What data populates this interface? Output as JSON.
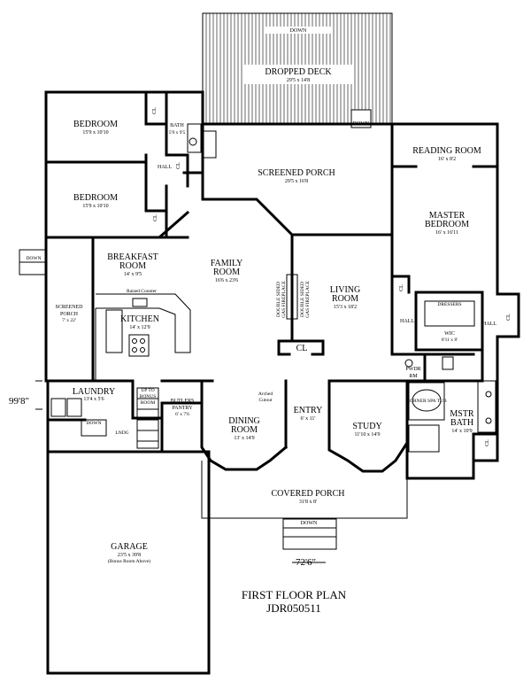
{
  "plan": {
    "title": "FIRST FLOOR PLAN",
    "code": "JDR050511",
    "width_label": "72'6\"",
    "depth_label": "99'8\""
  },
  "rooms": {
    "dropped_deck": {
      "name": "DROPPED DECK",
      "dims": "29'5 x 14'8"
    },
    "bedroom1": {
      "name": "BEDROOM",
      "dims": "15'9 x 10'10"
    },
    "bedroom2": {
      "name": "BEDROOM",
      "dims": "15'9 x 10'10"
    },
    "bath": {
      "name": "BATH",
      "dims": "5'9 x 9'5"
    },
    "hall1": {
      "name": "HALL"
    },
    "screened_porch": {
      "name": "SCREENED PORCH",
      "dims": "29'5 x 16'8"
    },
    "reading_room": {
      "name": "READING ROOM",
      "dims": "16' x 8'2"
    },
    "master_bedroom": {
      "name1": "MASTER",
      "name2": "BEDROOM",
      "dims": "16' x 16'11"
    },
    "breakfast_room": {
      "name1": "BREAKFAST",
      "name2": "ROOM",
      "dims": "14' x 9'5"
    },
    "family_room": {
      "name1": "FAMILY",
      "name2": "ROOM",
      "dims": "16'6 x 23'6"
    },
    "living_room": {
      "name1": "LIVING",
      "name2": "ROOM",
      "dims": "15'3 x 18'2"
    },
    "side_porch": {
      "name1": "SCREENED",
      "name2": "PORCH",
      "dims": "7' x 22'"
    },
    "kitchen": {
      "name": "KITCHEN",
      "dims": "14' x 12'9"
    },
    "wic": {
      "name": "WIC",
      "dims": "8'11 x 8'"
    },
    "hall2": {
      "name": "HALL"
    },
    "hall3": {
      "name": "HALL"
    },
    "pwdr": {
      "name1": "PWDR",
      "name2": "RM"
    },
    "laundry": {
      "name": "LAUNDRY",
      "dims": "13'4 x 5'6"
    },
    "butlers_pantry": {
      "name1": "BUTLERS",
      "name2": "PANTRY",
      "dims": "6' x 7'6"
    },
    "dining_room": {
      "name1": "DINING",
      "name2": "ROOM",
      "dims": "13' x 14'9"
    },
    "entry": {
      "name": "ENTRY",
      "dims": "6' x 11'"
    },
    "study": {
      "name": "STUDY",
      "dims": "11'10 x 14'9"
    },
    "mstr_bath": {
      "name1": "MSTR",
      "name2": "BATH",
      "dims": "14' x 10'9"
    },
    "covered_porch": {
      "name": "COVERED PORCH",
      "dims": "31'8 x 8'"
    },
    "garage": {
      "name": "GARAGE",
      "dims": "23'5 x 39'8",
      "note": "(Bonus Room Above)"
    }
  },
  "labels": {
    "raised_counter": "Raised Counter",
    "arched_cutout1": "Arched",
    "arched_cutout2": "Cutout",
    "double_sided_fp1": "DOUBLE SIDED",
    "double_sided_fp2": "GAS FIREPLACE",
    "up_to_bonus1": "UP TO",
    "up_to_bonus2": "BONUS",
    "up_to_bonus3": "ROOM",
    "lndg": "LNDG",
    "down": "DOWN",
    "cl": "CL",
    "dressers": "DRESSERS",
    "corner_spa_tub": "CORNER SPA TUB"
  }
}
